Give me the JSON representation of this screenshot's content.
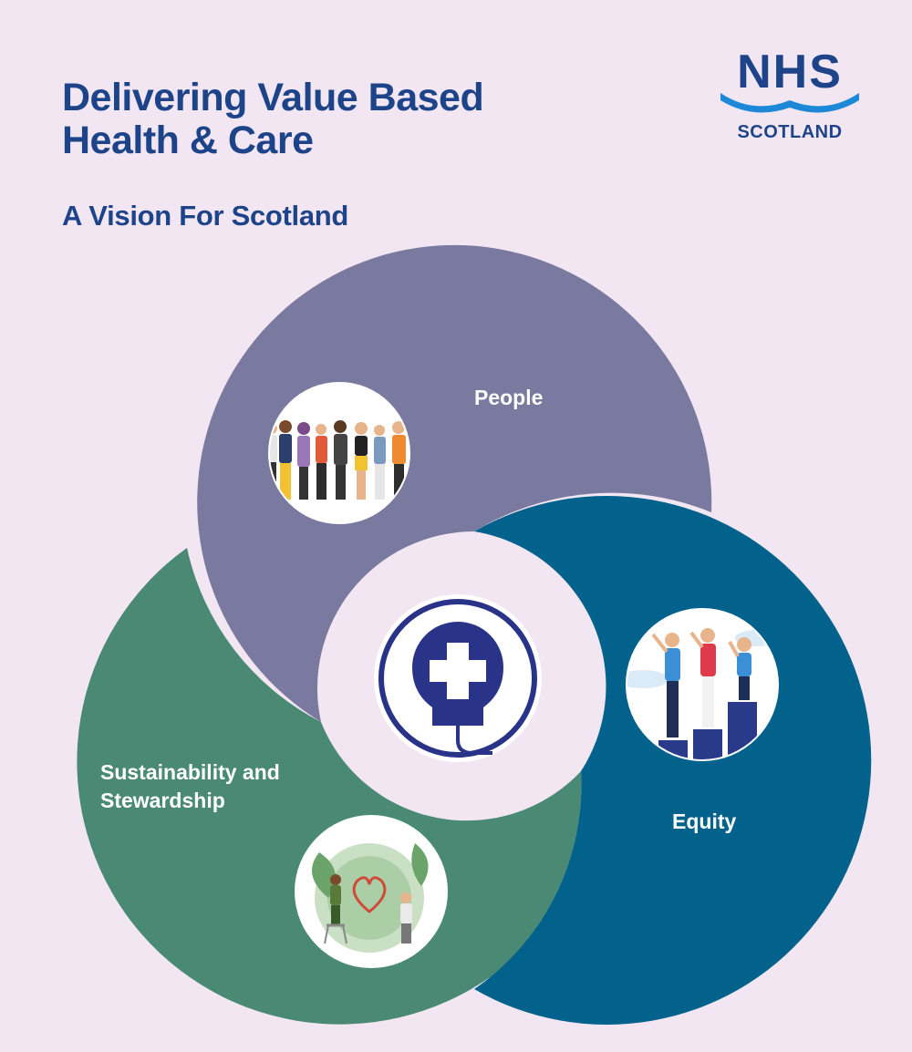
{
  "header": {
    "title": "Delivering Value Based Health & Care",
    "subtitle": "A Vision For Scotland"
  },
  "logo": {
    "wordmark": "NHS",
    "region": "SCOTLAND"
  },
  "diagram": {
    "segments": [
      {
        "label": "People",
        "color": "#7a7aa0",
        "icon": "group-of-people-illustration"
      },
      {
        "label": "Equity",
        "color": "#02628c",
        "icon": "people-on-podiums-illustration"
      },
      {
        "label": "Sustainability and Stewardship",
        "color": "#4a8a74",
        "icon": "globe-with-heart-illustration"
      }
    ],
    "center_icon": "lightbulb-with-cross-icon"
  },
  "colors": {
    "background": "#f3e6f3",
    "brand_blue": "#1d4489",
    "logo_wave": "#1e88d8"
  }
}
